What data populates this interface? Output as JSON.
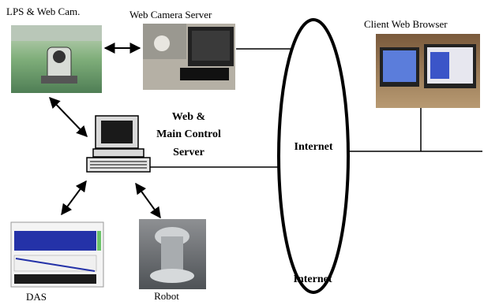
{
  "nodes": {
    "lps_cam": {
      "label": "LPS & Web Cam."
    },
    "camera_server": {
      "label": "Web Camera Server"
    },
    "client_browser": {
      "label": "Client Web Browser"
    },
    "main_server": {
      "label_line1": "Web &",
      "label_line2": "Main Control",
      "label_line3": "Server"
    },
    "internet": {
      "label_center": "Internet",
      "label_bottom": "Internet"
    },
    "das": {
      "label": "DAS"
    },
    "robot": {
      "label": "Robot"
    }
  },
  "colors": {
    "line": "#000000",
    "photo_green": "#6f9e6a",
    "das_bg": "#2432a8",
    "screen_blue": "#3b55c8"
  }
}
